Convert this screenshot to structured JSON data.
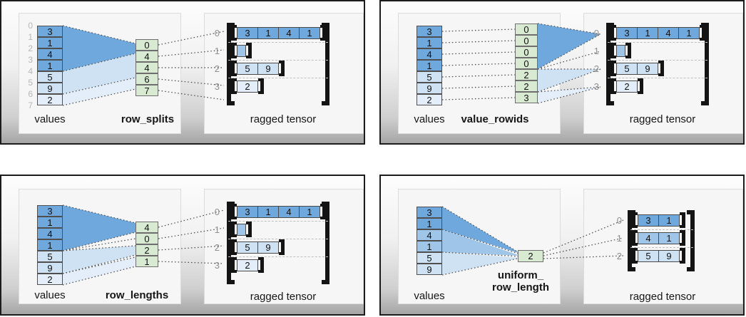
{
  "colors": {
    "dark": "#6fa8dc",
    "medium": "#9fc5e8",
    "light": "#cfe2f3",
    "xlight": "#e4eefa",
    "green": "#d9ead3"
  },
  "panels": [
    {
      "method": "row_splits",
      "values_caption": "values",
      "result_caption": "ragged tensor",
      "value_indices": [
        "0",
        "1",
        "2",
        "3",
        "4",
        "5",
        "6",
        "7"
      ],
      "values": [
        "3",
        "1",
        "4",
        "1",
        "5",
        "9",
        "2"
      ],
      "aux": [
        "0",
        "4",
        "4",
        "6",
        "7"
      ],
      "row_indices": [
        "0",
        "1",
        "2",
        "3"
      ],
      "rows": [
        [
          "3",
          "1",
          "4",
          "1"
        ],
        [],
        [
          "5",
          "9"
        ],
        [
          "2"
        ]
      ]
    },
    {
      "method": "value_rowids",
      "values_caption": "values",
      "result_caption": "ragged tensor",
      "values": [
        "3",
        "1",
        "4",
        "1",
        "5",
        "9",
        "2"
      ],
      "aux": [
        "0",
        "0",
        "0",
        "0",
        "2",
        "2",
        "3"
      ],
      "row_indices": [
        "0",
        "1",
        "2",
        "3"
      ],
      "rows": [
        [
          "3",
          "1",
          "4",
          "1"
        ],
        [],
        [
          "5",
          "9"
        ],
        [
          "2"
        ]
      ]
    },
    {
      "method": "row_lengths",
      "values_caption": "values",
      "result_caption": "ragged tensor",
      "values": [
        "3",
        "1",
        "4",
        "1",
        "5",
        "9",
        "2"
      ],
      "aux": [
        "4",
        "0",
        "2",
        "1"
      ],
      "row_indices": [
        "0",
        "1",
        "2",
        "3"
      ],
      "rows": [
        [
          "3",
          "1",
          "4",
          "1"
        ],
        [],
        [
          "5",
          "9"
        ],
        [
          "2"
        ]
      ]
    },
    {
      "method_line1": "uniform_",
      "method_line2": "row_length",
      "values_caption": "values",
      "result_caption": "ragged tensor",
      "values": [
        "3",
        "1",
        "4",
        "1",
        "5",
        "9"
      ],
      "aux": [
        "2"
      ],
      "row_indices": [
        "0",
        "1",
        "2"
      ],
      "rows": [
        [
          "3",
          "1"
        ],
        [
          "4",
          "1"
        ],
        [
          "5",
          "9"
        ]
      ]
    }
  ]
}
